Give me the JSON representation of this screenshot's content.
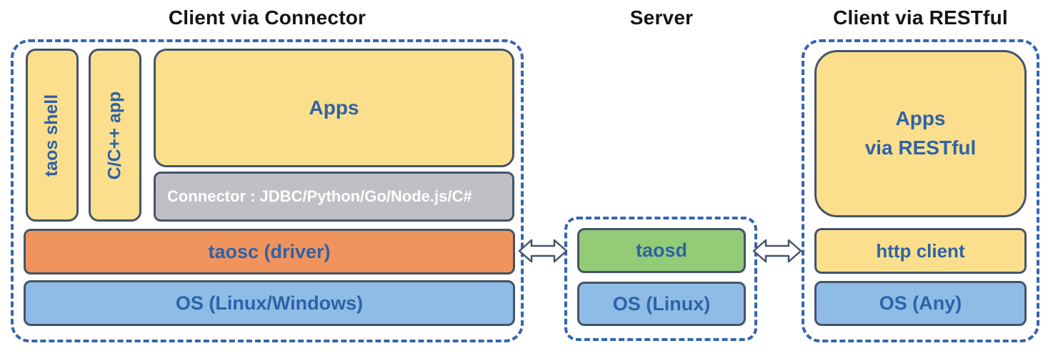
{
  "diagram": {
    "sections": {
      "connector_client": {
        "title": "Client via Connector",
        "taos_shell": "taos shell",
        "cpp_app": "C/C++ app",
        "apps": "Apps",
        "connector": "Connector : JDBC/Python/Go/Node.js/C#",
        "taosc": "taosc (driver)",
        "os": "OS (Linux/Windows)"
      },
      "server": {
        "title": "Server",
        "taosd": "taosd",
        "os": "OS (Linux)"
      },
      "restful_client": {
        "title": "Client via RESTful",
        "apps": "Apps\nvia RESTful",
        "http_client": "http client",
        "os": "OS (Any)"
      }
    },
    "colors": {
      "yellow_box": "#FBDF8D",
      "blue_box": "#8FBCE6",
      "orange_box": "#F0935C",
      "green_box": "#93CB76",
      "gray_box": "#BFBFC5",
      "box_border": "#44546A",
      "dashed_border": "#3565AF",
      "label_text": "#2E62A8",
      "connector_text": "#FFFFFF",
      "title_text": "#151515"
    }
  }
}
